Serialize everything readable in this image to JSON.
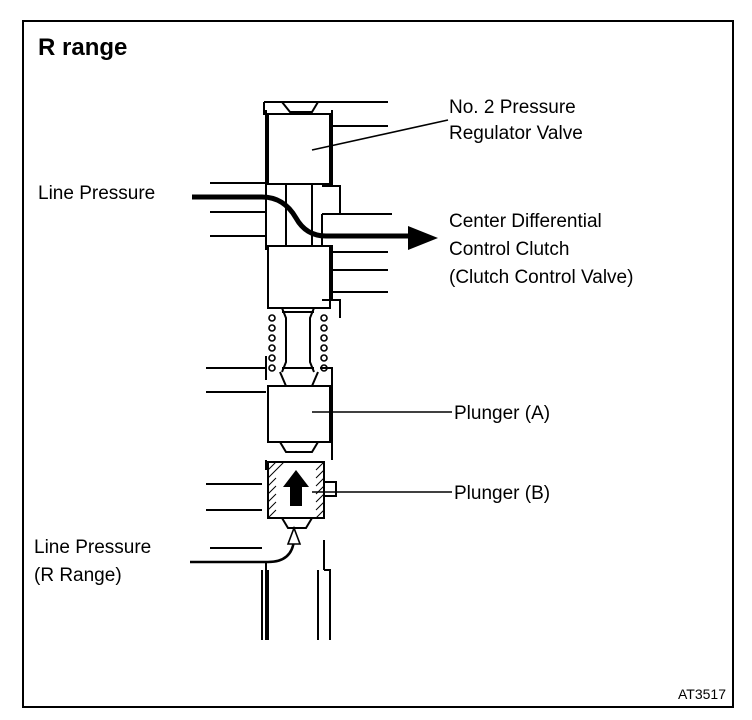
{
  "title": "R range",
  "labels": {
    "regulator_line1": "No. 2 Pressure",
    "regulator_line2": "Regulator Valve",
    "line_pressure": "Line Pressure",
    "clutch_line1": "Center Differential",
    "clutch_line2": "Control Clutch",
    "clutch_line3": "(Clutch Control Valve)",
    "plunger_a": "Plunger (A)",
    "plunger_b": "Plunger (B)",
    "line_pressure_r_line1": "Line Pressure",
    "line_pressure_r_line2": "(R Range)"
  },
  "figure_code": "AT3517",
  "colors": {
    "ink": "#000000",
    "paper": "#ffffff"
  }
}
